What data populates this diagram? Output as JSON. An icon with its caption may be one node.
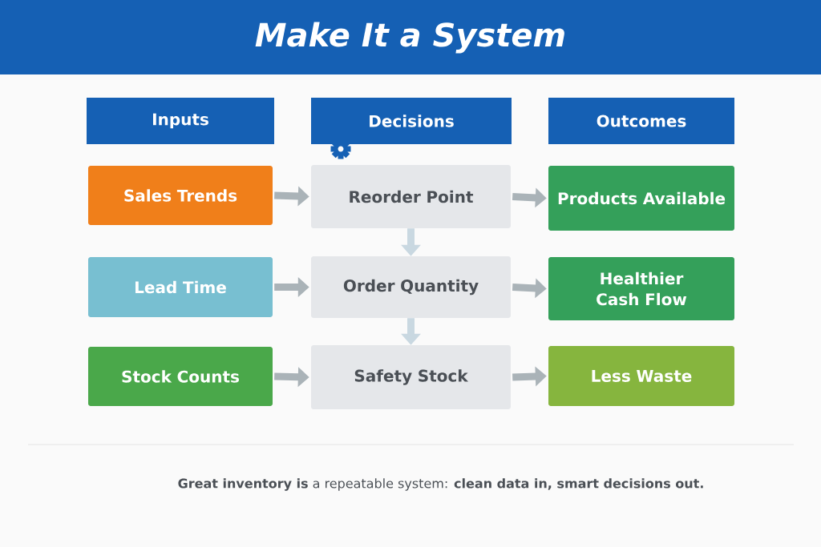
{
  "diagram": {
    "title": "Make It a System",
    "nodes": [
      {
        "text": [
          "Inputs"
        ]
      },
      {
        "text": [
          "Decisions"
        ]
      },
      {
        "text": [
          "Outcomes"
        ]
      },
      {
        "text": [
          "Sales Trends"
        ]
      },
      {
        "text": [
          "Reorder Point"
        ]
      },
      {
        "text": [
          "Products Available"
        ]
      },
      {
        "text": [
          "Lead Time"
        ]
      },
      {
        "text": [
          "Order Quantity"
        ]
      },
      {
        "text": [
          "Healthier Cash Flow"
        ]
      },
      {
        "text": [
          "Stock Counts"
        ]
      },
      {
        "text": [
          "Safety Stock"
        ]
      },
      {
        "text": [
          "Less Waste"
        ]
      }
    ],
    "edges": [
      {
        "from": 3,
        "to": 4,
        "arrow": "to"
      },
      {
        "from": 4,
        "to": 5,
        "arrow": "to"
      },
      {
        "from": 4,
        "to": 7,
        "arrow": "to",
        "color": "#c9d8e1"
      },
      {
        "from": 6,
        "to": 7,
        "arrow": "to"
      },
      {
        "from": 7,
        "to": 8,
        "arrow": "to"
      },
      {
        "from": 7,
        "to": 10,
        "arrow": "to",
        "color": "#c9d8e1"
      },
      {
        "from": 9,
        "to": 10,
        "arrow": "to"
      },
      {
        "from": 10,
        "to": 11,
        "arrow": "to"
      }
    ],
    "caption": "**Great inventory is** a repeatable system: **clean data in, smart decisions out.**"
  }
}
